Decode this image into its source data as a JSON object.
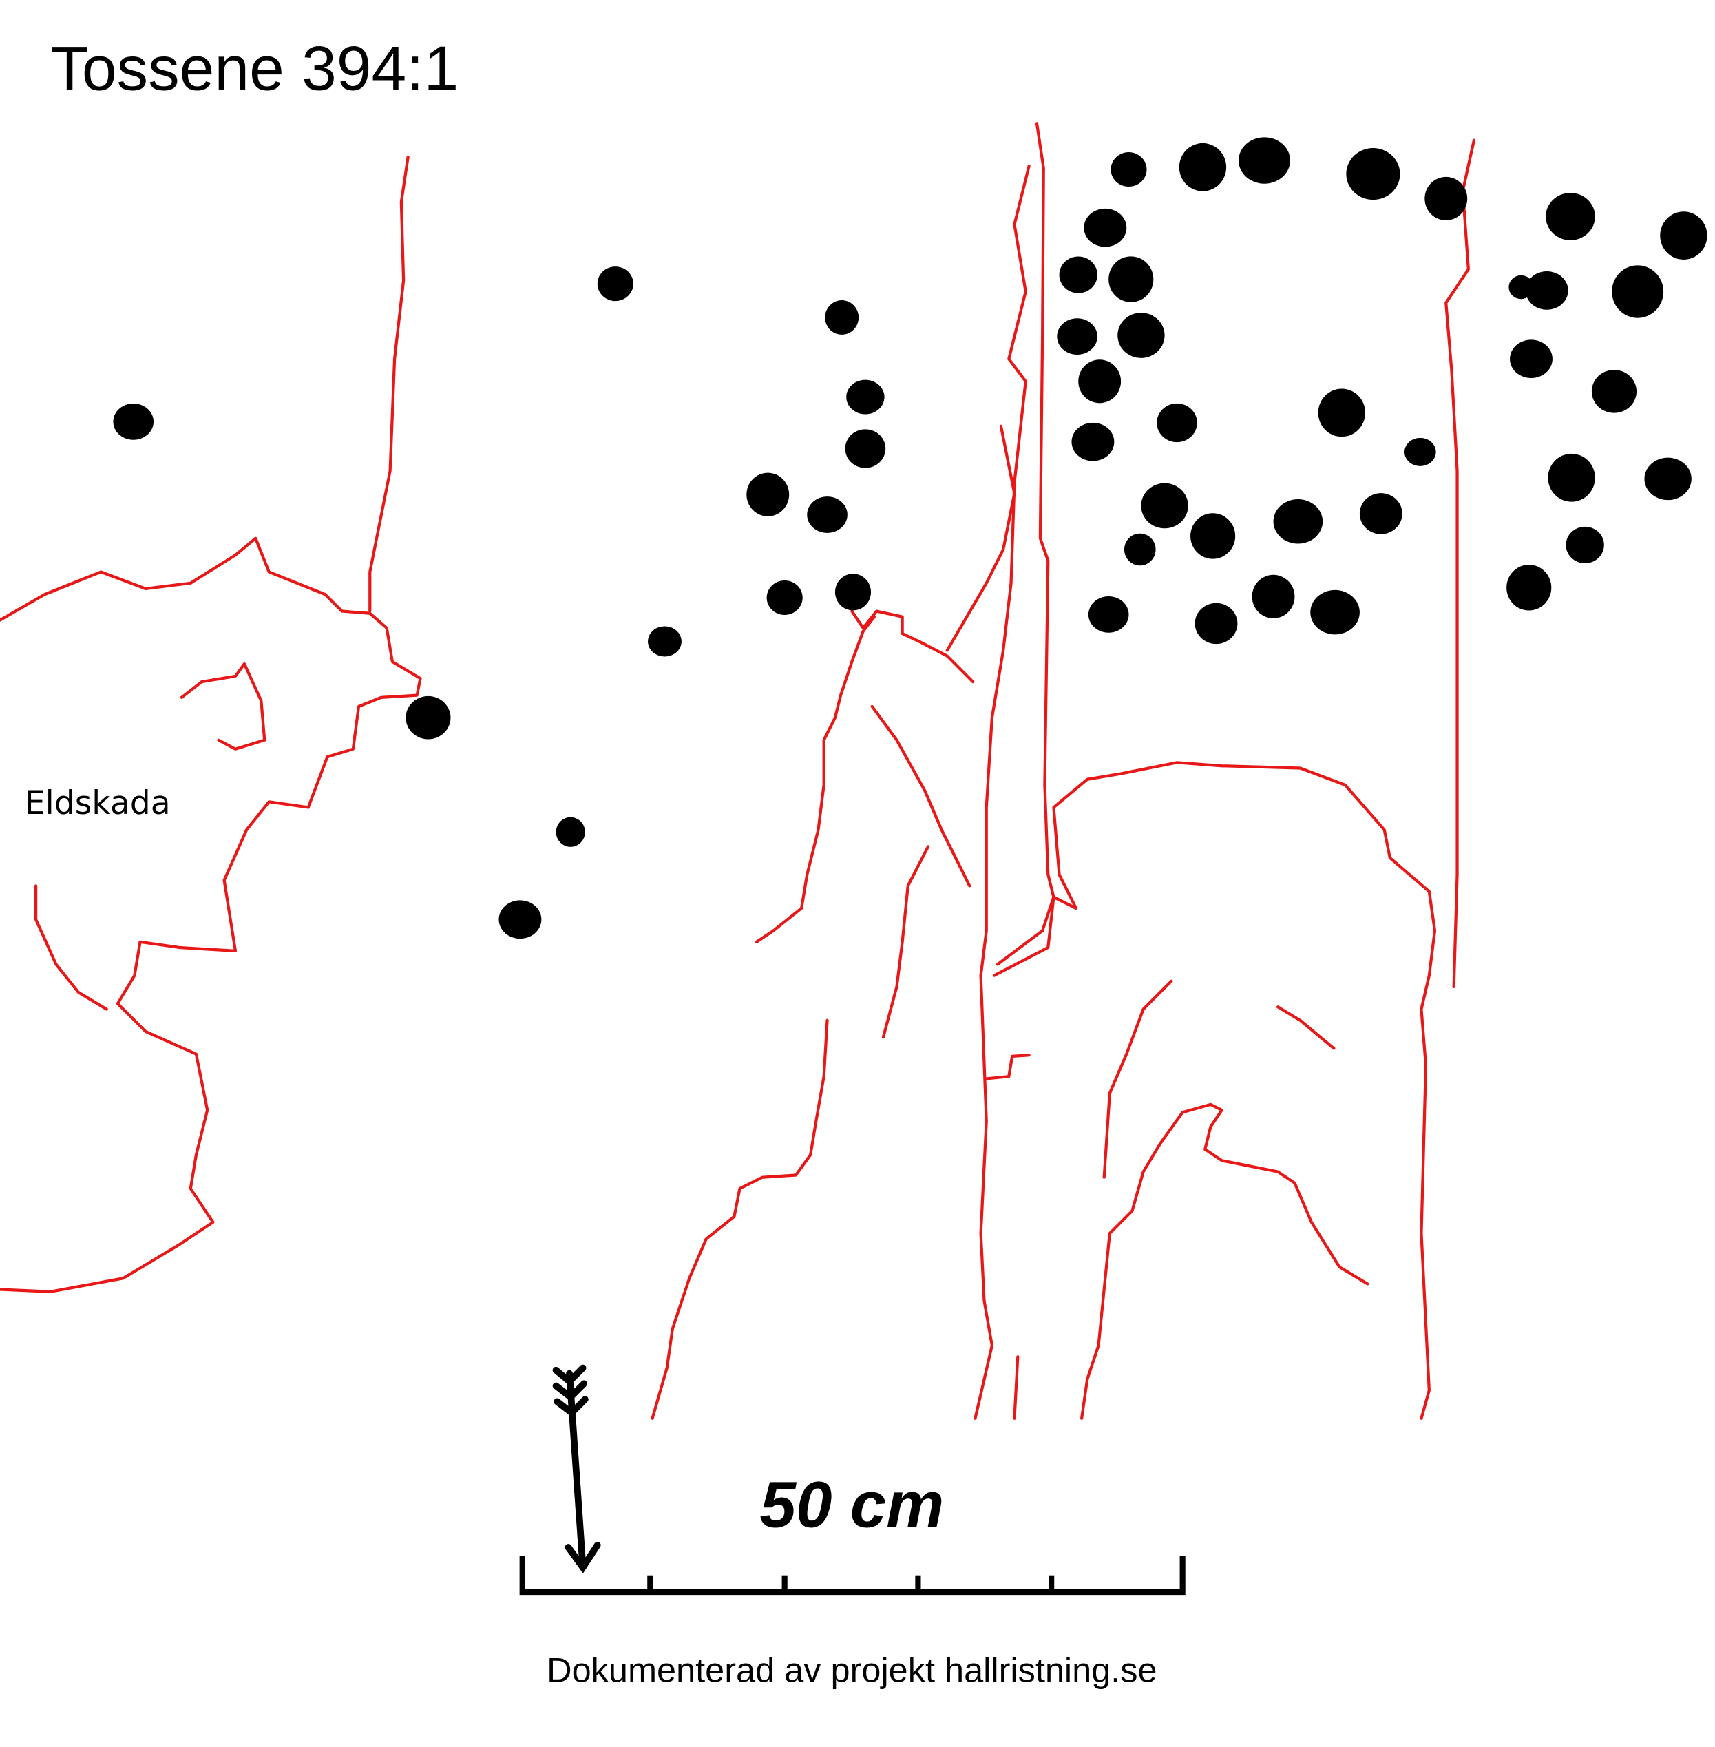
{
  "title": "Tossene 394:1",
  "annotations": {
    "fire_damage": "Eldskada"
  },
  "scale_bar": {
    "label": "50 cm",
    "divisions": 5
  },
  "credit": "Dokumenterad av projekt hallristning.se",
  "colors": {
    "cracks": "#e81818",
    "cup_marks": "#000000",
    "background": "#ffffff"
  },
  "icons": {
    "north_arrow": "north-arrow-icon"
  }
}
